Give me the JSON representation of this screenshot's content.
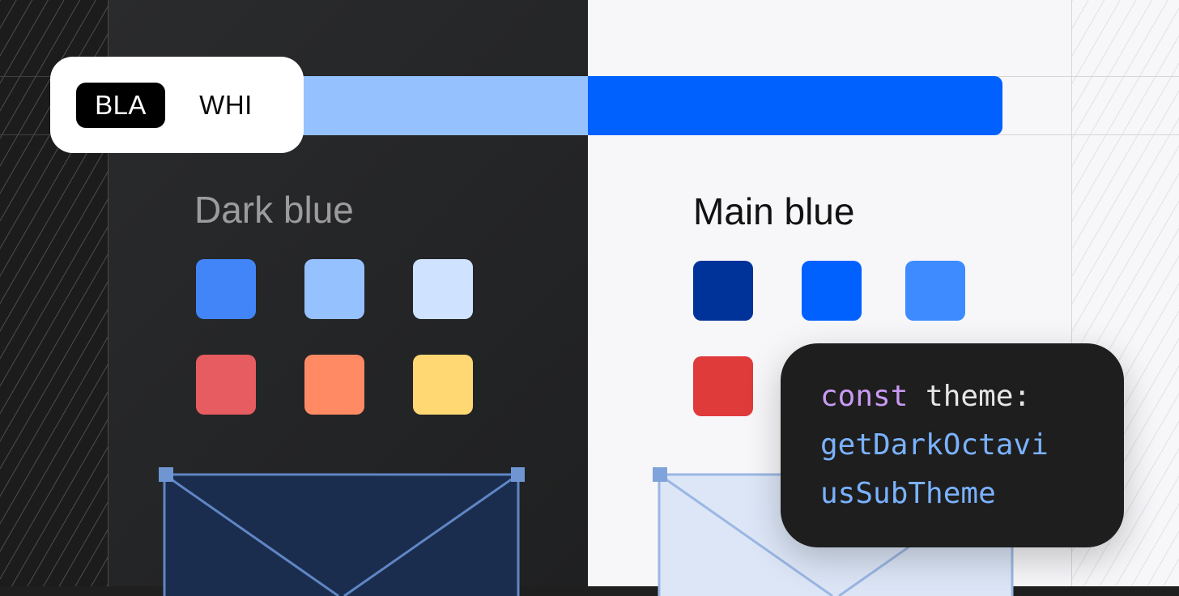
{
  "theme_toggle": {
    "options": [
      {
        "label": "BLA",
        "selected": true
      },
      {
        "label": "WHI",
        "selected": false
      }
    ]
  },
  "dark_section": {
    "title": "Dark blue",
    "swatches": [
      "#4285f9",
      "#96c1ff",
      "#cfe2ff",
      "#e65c60",
      "#ff8a63",
      "#ffd873"
    ]
  },
  "light_section": {
    "title": "Main blue",
    "swatches": [
      "#003399",
      "#0061ff",
      "#3d8bff",
      "#e03b3b"
    ]
  },
  "code_snippet": {
    "keyword": "const",
    "identifier": " theme:",
    "function_line1": "getDarkOctavi",
    "function_line2": "usSubTheme"
  },
  "colors": {
    "bar_light_blue": "#96c1ff",
    "bar_main_blue": "#0061ff",
    "dark_panel": "#252628",
    "light_panel": "#f7f7fa"
  }
}
